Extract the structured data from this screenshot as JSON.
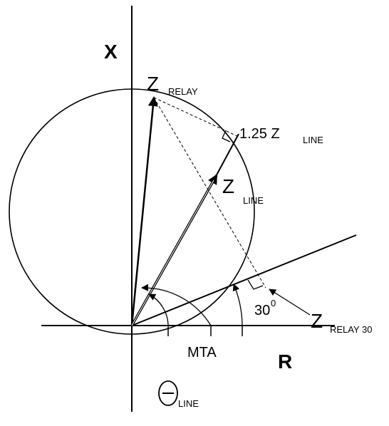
{
  "axes": {
    "x_label": "X",
    "r_label": "R"
  },
  "labels": {
    "z_relay_main": "Z",
    "z_relay_sub": "RELAY",
    "line_125_main": "1.25 Z",
    "line_125_sub": "LINE",
    "z_line_main": "Z",
    "z_line_sub": "LINE",
    "z_relay30_main": "Z",
    "z_relay30_sub": "RELAY 30",
    "angle_30_main": "30",
    "angle_30_sup": "0",
    "mta": "MTA",
    "theta_sub": "LINE"
  },
  "colors": {
    "stroke": "#000000",
    "background": "#ffffff"
  }
}
